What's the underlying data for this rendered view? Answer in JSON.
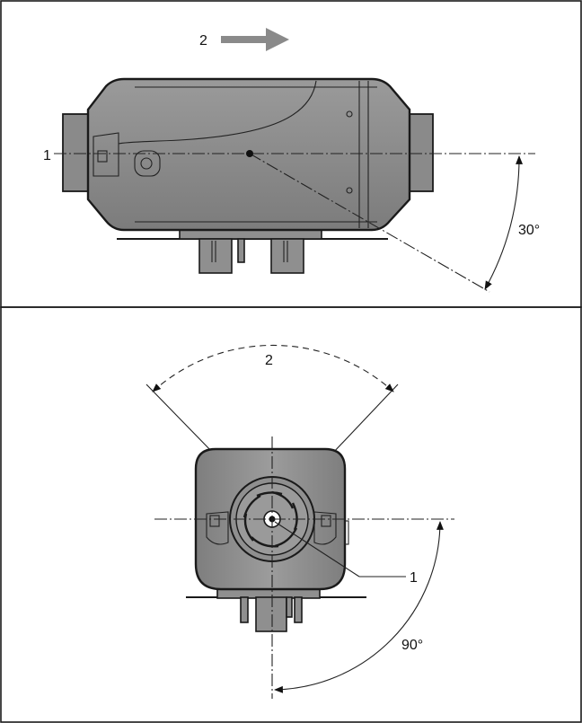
{
  "colors": {
    "frame": "#1a1a1a",
    "housing": "#8f8f8f",
    "arrow": "#8a8a8a"
  },
  "top_view": {
    "label_axis": "1",
    "label_direction": "2",
    "angle_label": "30°"
  },
  "bottom_view": {
    "label_range": "2",
    "label_axis": "1",
    "angle_label": "90°"
  }
}
